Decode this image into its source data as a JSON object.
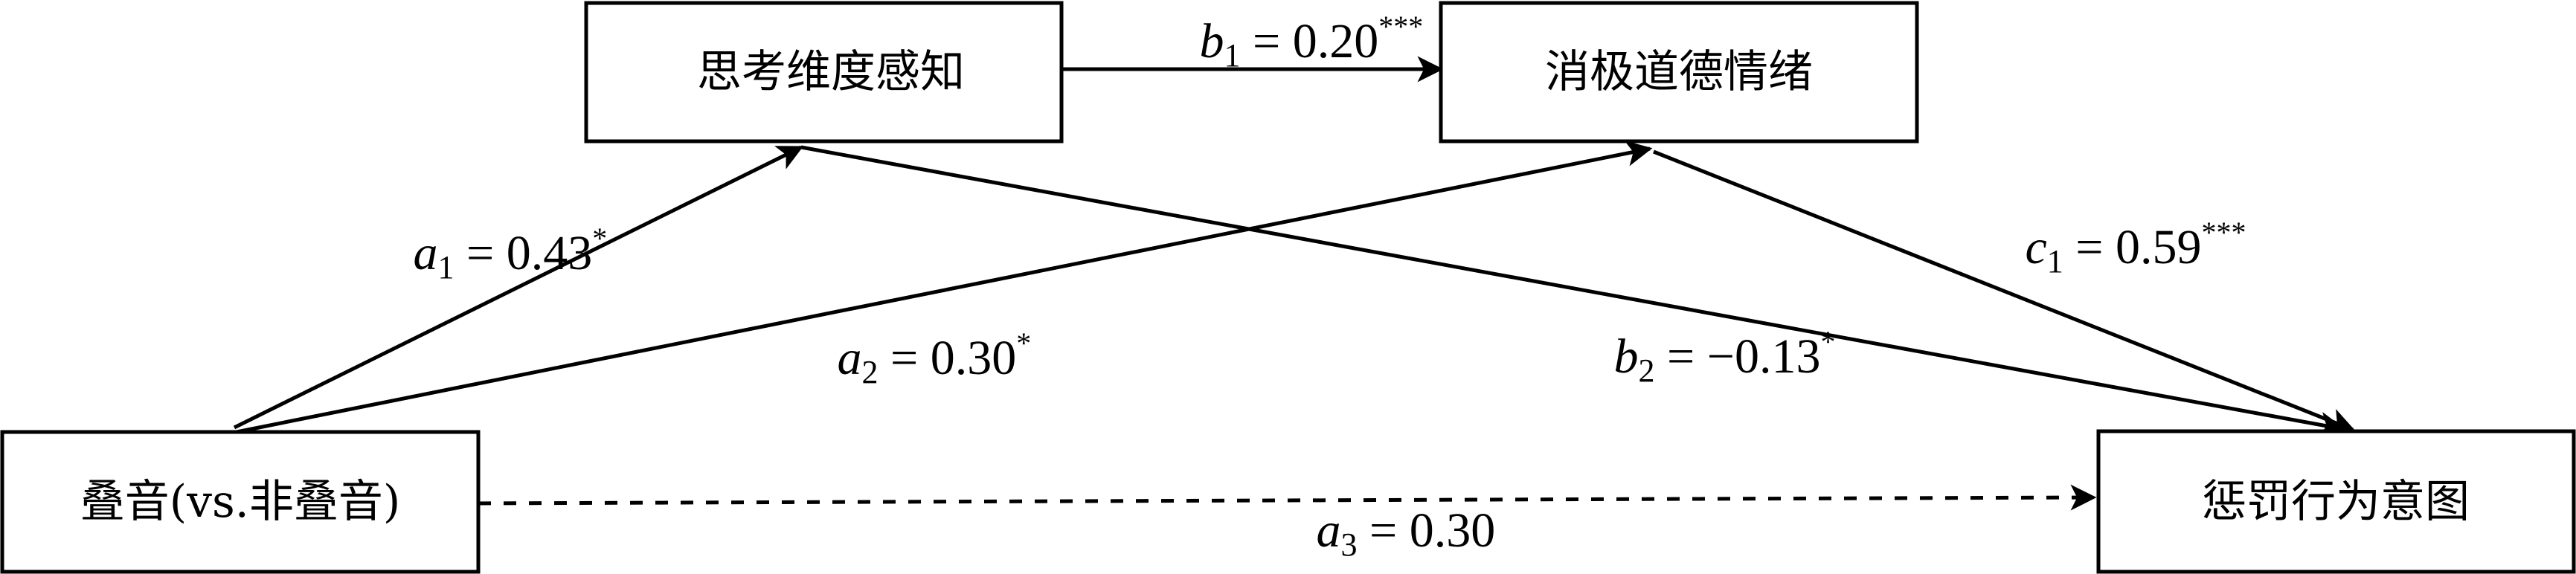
{
  "figure": {
    "type": "serial mediation path diagram",
    "nodes": {
      "x": {
        "label": "叠音(vs.非叠音)"
      },
      "m1": {
        "label": "思考维度感知"
      },
      "m2": {
        "label": "消极道德情绪"
      },
      "y": {
        "label": "惩罚行为意图"
      }
    },
    "paths": {
      "a1": {
        "from": "x",
        "to": "m1",
        "var": "a",
        "sub": "1",
        "eq": " = ",
        "value": "0.43",
        "sig": "*",
        "style": "solid"
      },
      "a2": {
        "from": "x",
        "to": "m2",
        "var": "a",
        "sub": "2",
        "eq": " = ",
        "value": "0.30",
        "sig": "*",
        "style": "solid"
      },
      "b1": {
        "from": "m1",
        "to": "m2",
        "var": "b",
        "sub": "1",
        "eq": " = ",
        "value": "0.20",
        "sig": "***",
        "style": "solid"
      },
      "b2": {
        "from": "m1",
        "to": "y",
        "var": "b",
        "sub": "2",
        "eq": " = ",
        "value": "−0.13",
        "sig": "*",
        "style": "solid"
      },
      "c1": {
        "from": "m2",
        "to": "y",
        "var": "c",
        "sub": "1",
        "eq": " = ",
        "value": "0.59",
        "sig": "***",
        "style": "solid"
      },
      "a3": {
        "from": "x",
        "to": "y",
        "var": "a",
        "sub": "3",
        "eq": " = ",
        "value": "0.30",
        "sig": "",
        "style": "dashed"
      }
    }
  }
}
